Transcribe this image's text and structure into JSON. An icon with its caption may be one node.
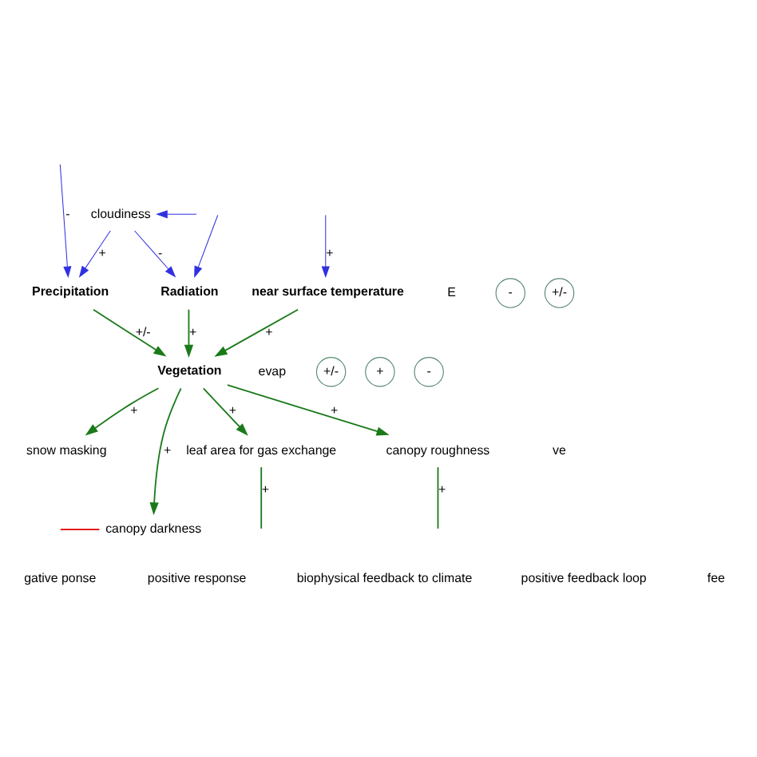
{
  "diagram": {
    "nodes": [
      {
        "text": [
          "cloudiness"
        ]
      },
      {
        "text": [
          "Radiation"
        ]
      },
      {
        "text": [
          "Precipitation"
        ]
      },
      {
        "text": [
          "near surface temperature"
        ]
      },
      {
        "text": [
          "Vegetation"
        ]
      },
      {
        "text": [
          "snow masking"
        ]
      },
      {
        "text": [
          "canopy darkness"
        ]
      },
      {
        "text": [
          "leaf area for gas exchange"
        ]
      },
      {
        "text": [
          "canopy roughness"
        ]
      },
      {
        "text": [
          "evap"
        ]
      },
      {
        "text": [
          "ve"
        ]
      },
      {
        "text": [
          "E"
        ]
      },
      {
        "text": [
          "+/-"
        ]
      },
      {
        "text": [
          "-"
        ]
      },
      {
        "text": [
          "+/-"
        ]
      },
      {
        "text": [
          "+"
        ]
      },
      {
        "text": [
          "-"
        ]
      }
    ],
    "edges": [
      {
        "from": null,
        "to": 0,
        "arrow": "to",
        "color": "#3030e0"
      },
      {
        "from": 0,
        "to": 1,
        "arrow": "to",
        "label": "-",
        "color": "#3030e0"
      },
      {
        "from": 0,
        "to": 2,
        "arrow": "to",
        "label": "+",
        "color": "#3030e0"
      },
      {
        "from": null,
        "to": 2,
        "arrow": "to",
        "label": "-",
        "color": "#3030e0"
      },
      {
        "from": null,
        "to": 3,
        "arrow": "to",
        "label": "+",
        "color": "#3030e0"
      },
      {
        "from": null,
        "to": 1,
        "arrow": "to",
        "color": "#3030e0"
      },
      {
        "from": 1,
        "to": 4,
        "arrow": "to",
        "label": "+"
      },
      {
        "from": 2,
        "to": 4,
        "arrow": "to",
        "label": "+/-"
      },
      {
        "from": 3,
        "to": 4,
        "arrow": "to",
        "label": "+"
      },
      {
        "from": 4,
        "to": 5,
        "arrow": "to",
        "label": "+"
      },
      {
        "from": 4,
        "to": 6,
        "arrow": "to",
        "label": "+"
      },
      {
        "from": 4,
        "to": 8,
        "arrow": "to",
        "label": "+"
      },
      {
        "from": 4,
        "to": 7,
        "arrow": "to",
        "label": "+"
      },
      {
        "from": 7,
        "to": null,
        "arrow": "none",
        "label": "+"
      },
      {
        "from": 8,
        "to": null,
        "arrow": "none",
        "label": "+"
      },
      {
        "from": null,
        "to": 6,
        "arrow": "none",
        "color": "#e00000"
      }
    ],
    "legend": [
      {
        "text": "gative ponse"
      },
      {
        "text": "positive response"
      },
      {
        "text": "biophysical feedback to climate"
      },
      {
        "text": "positive feedback loop"
      },
      {
        "text": "fee"
      }
    ]
  }
}
